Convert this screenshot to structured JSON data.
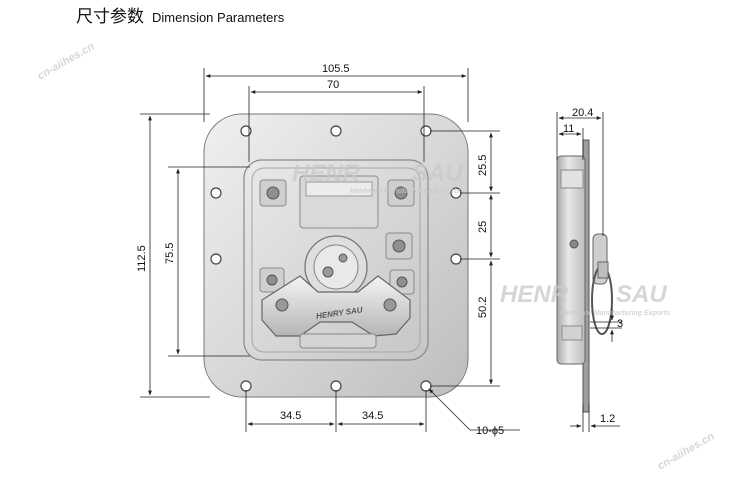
{
  "header": {
    "title_cn": "尺寸参数",
    "title_en": "Dimension Parameters"
  },
  "dimensions": {
    "overall_width": "105.5",
    "inner_width": "70",
    "overall_height": "112.5",
    "inner_height": "75.5",
    "right_upper": "25.5",
    "right_middle": "25",
    "right_lower": "50.2",
    "bottom_left": "34.5",
    "bottom_right": "34.5",
    "holes": "10-ϕ5",
    "side_depth_total": "20.4",
    "side_depth_inner": "11",
    "side_ring": "3",
    "side_plate": "1.2"
  },
  "watermark": {
    "brand_left": "HENR",
    "brand_right": "SAU",
    "tagline": "Hardware Manufacturing Exports",
    "url": "cn-aiihes.cn"
  },
  "handle_logo": "HENRY SAU",
  "colors": {
    "line": "#222222",
    "plate": "#d6d6d6",
    "plate_light": "#ececec",
    "plate_dark": "#9a9a9a",
    "watermark": "#c8c8c8"
  }
}
